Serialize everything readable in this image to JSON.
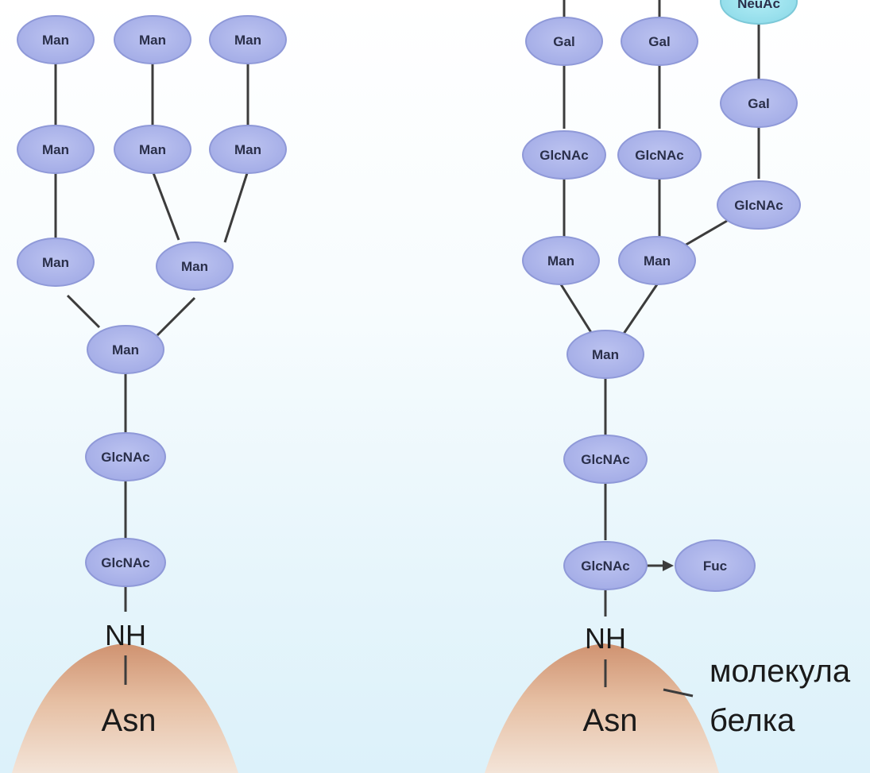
{
  "colors": {
    "node_fill": "#aeb6ec",
    "node_stroke": "#8f99d8",
    "neuac_fill": "#9fe3ef",
    "bond": "#3c3c3c",
    "protein_top": "#cf9270",
    "protein_bottom": "#f1e0d2"
  },
  "left_structure": {
    "nodes": {
      "man_a1": "Man",
      "man_b1": "Man",
      "man_c1": "Man",
      "man_a2": "Man",
      "man_b2": "Man",
      "man_c2": "Man",
      "man_a3": "Man",
      "man_bc": "Man",
      "man_core": "Man",
      "glcnac_1": "GlcNAc",
      "glcnac_2": "GlcNAc"
    },
    "nh": "NH",
    "asn": "Asn"
  },
  "right_structure": {
    "nodes": {
      "neuac": "NeuAc",
      "gal_1": "Gal",
      "gal_2": "Gal",
      "gal_3": "Gal",
      "glcnac_1": "GlcNAc",
      "glcnac_2": "GlcNAc",
      "glcnac_3": "GlcNAc",
      "man_1": "Man",
      "man_2": "Man",
      "man_core": "Man",
      "glcnac_core1": "GlcNAc",
      "glcnac_core2": "GlcNAc",
      "fuc": "Fuc"
    },
    "nh": "NH",
    "asn": "Asn"
  },
  "annotation": {
    "line1": "молекула",
    "line2": "белка"
  }
}
